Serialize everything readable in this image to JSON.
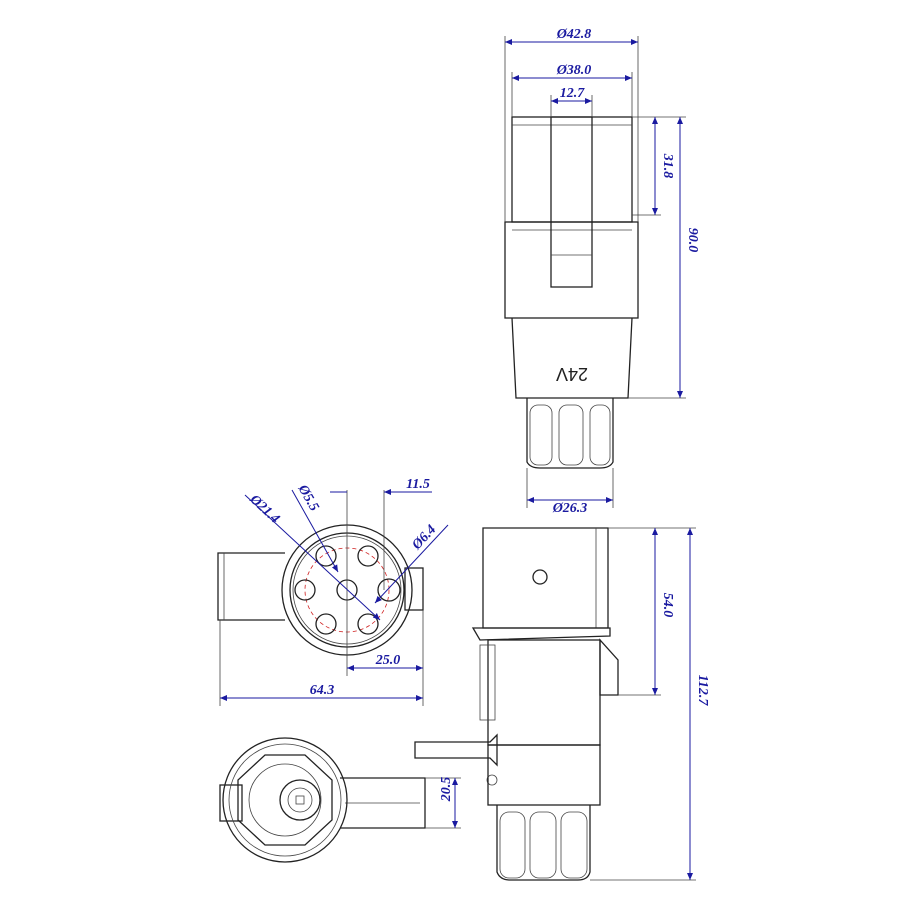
{
  "drawing": {
    "marking_text": "24V",
    "colors": {
      "dimension": "#1a1aa0",
      "centerline": "#d02020",
      "outline": "#222222"
    },
    "top_view": {
      "dims": {
        "outer_diameter": "Ø42.8",
        "inner_diameter": "Ø38.0",
        "key_width": "12.7",
        "key_length": "31.8",
        "body_length": "90.0",
        "nut_diameter": "Ø26.3"
      }
    },
    "front_view": {
      "dims": {
        "pin_circle": "Ø21.4",
        "pin_diameter": "Ø5.5",
        "large_pin": "Ø6.4",
        "pin_offset": "11.5",
        "center_to_tab": "25.0",
        "overall_width": "64.3"
      }
    },
    "side_view": {
      "dims": {
        "upper_length": "54.0",
        "overall_length": "112.7"
      }
    },
    "bottom_view": {
      "dims": {
        "extension_width": "20.5"
      }
    }
  }
}
